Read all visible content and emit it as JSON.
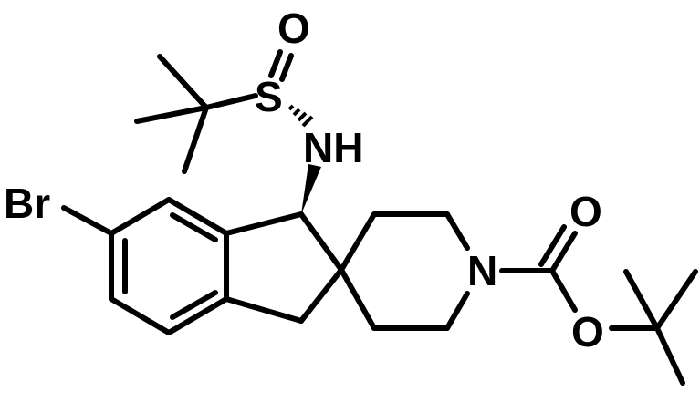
{
  "molecule": {
    "atom_labels": {
      "sulfinyl_oxygen": "O",
      "sulfur": "S",
      "amine": "NH",
      "bromine": "Br",
      "piperidine_nitrogen": "N",
      "carbonyl_oxygen": "O",
      "ester_oxygen": "O"
    }
  },
  "colors": {
    "bond": "#000000",
    "background": "#ffffff"
  }
}
